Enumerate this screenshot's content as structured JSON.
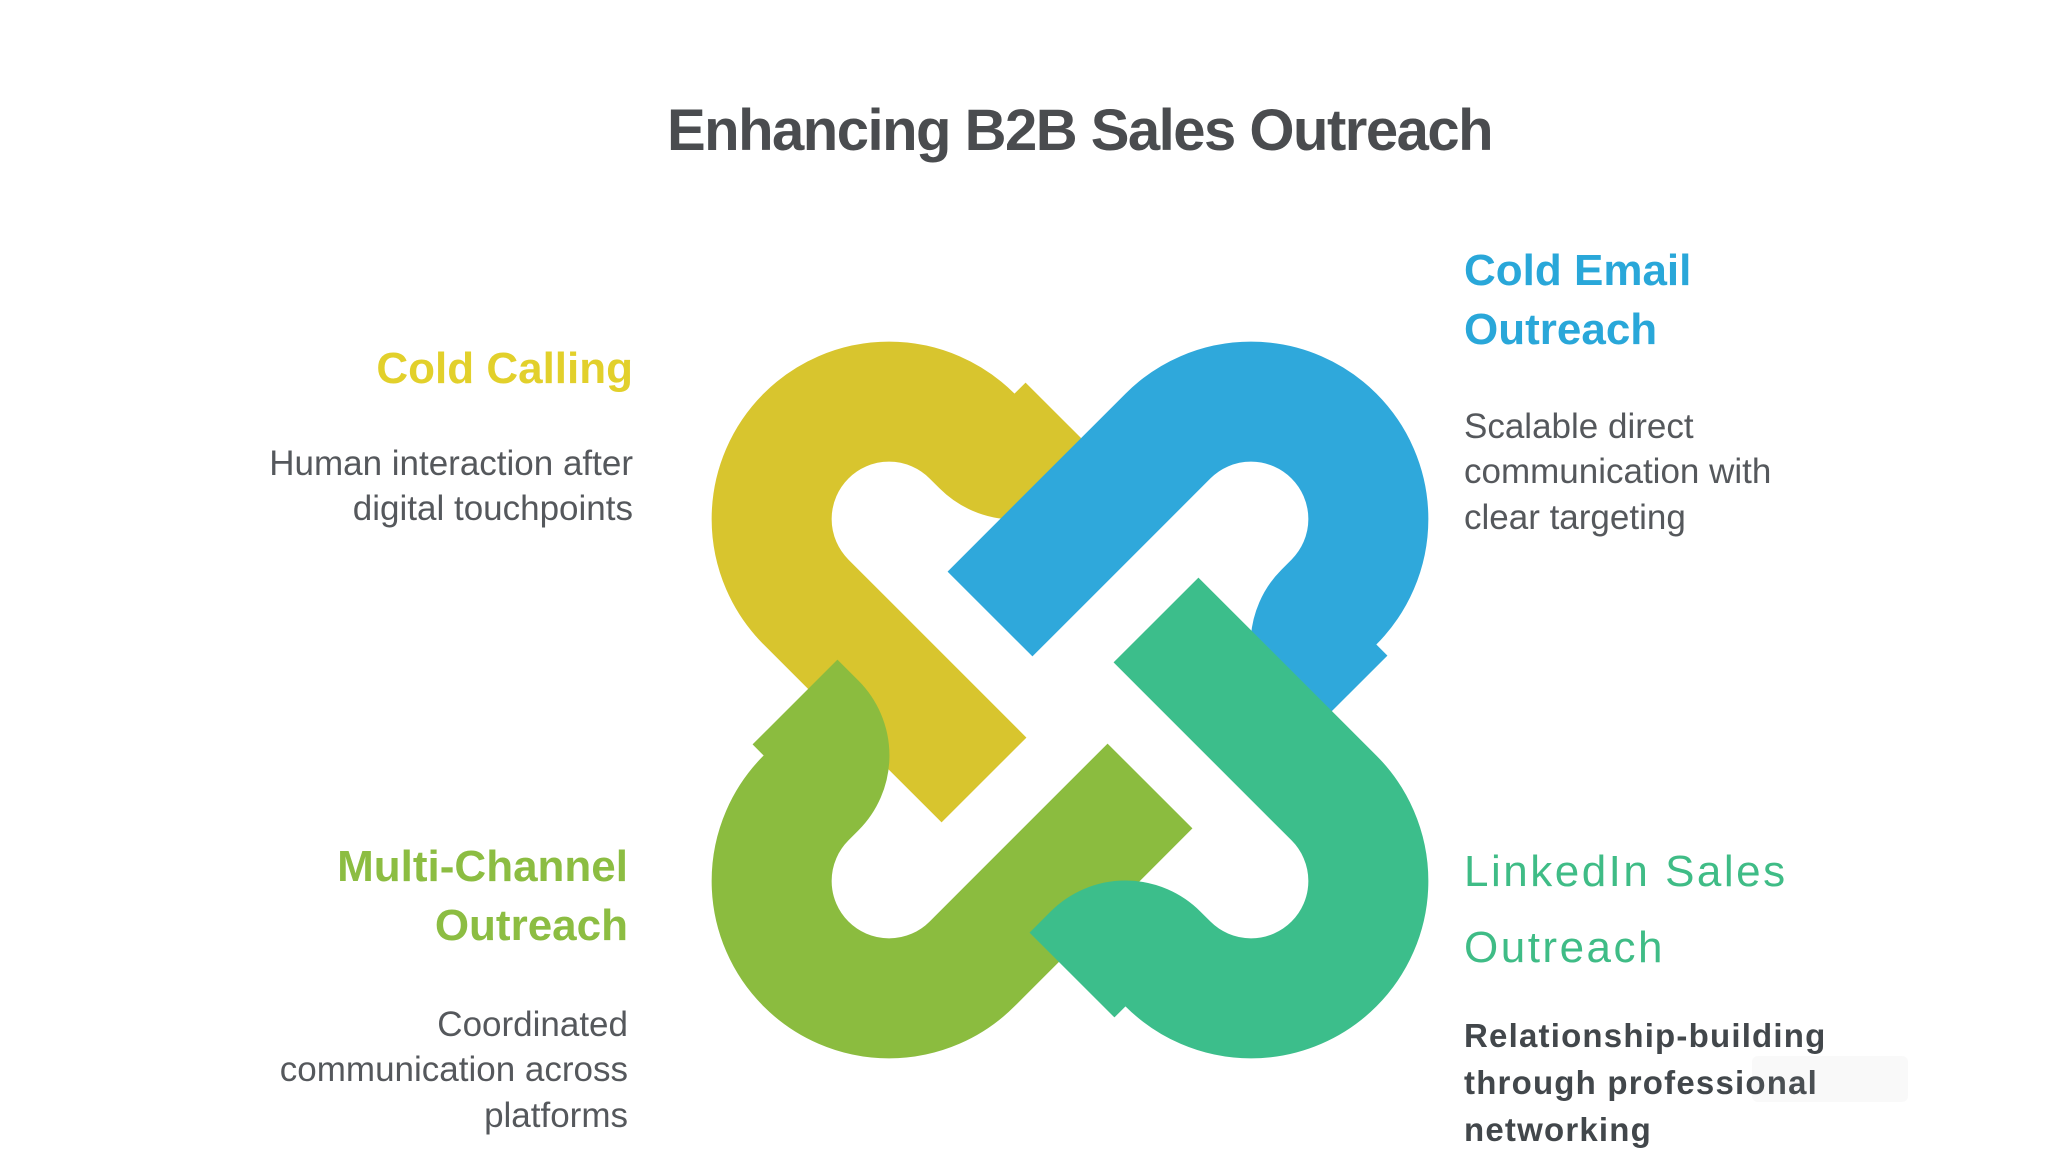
{
  "title": {
    "text": "Enhancing B2B Sales Outreach",
    "color": "#4a4c4f"
  },
  "quadrants": {
    "cold_calling": {
      "heading": "Cold Calling",
      "heading_color": "#e2d02b",
      "description": "Human interaction after\ndigital touchpoints",
      "position": "top-left"
    },
    "cold_email": {
      "heading": "Cold Email\nOutreach",
      "heading_color": "#29a7d9",
      "description": "Scalable direct\ncommunication with\nclear targeting",
      "position": "top-right"
    },
    "multi_channel": {
      "heading": "Multi-Channel\nOutreach",
      "heading_color": "#8cbd42",
      "description": "Coordinated\ncommunication across\nplatforms",
      "position": "bottom-left"
    },
    "linkedin": {
      "heading": "LinkedIn Sales\nOutreach",
      "heading_color": "#3fbc86",
      "description": "Relationship-building\nthrough professional\nnetworking",
      "position": "bottom-right"
    }
  },
  "body_text_color": "#55585c",
  "linkedin_body_text_color": "#42474b",
  "knot": {
    "description": "four interlocking rounded hook shapes forming a pinwheel knot",
    "pieces": [
      {
        "name": "cold-calling-loop",
        "color": "#d8c52e",
        "position": "top-left"
      },
      {
        "name": "cold-email-loop",
        "color": "#2fa8db",
        "position": "top-right"
      },
      {
        "name": "multi-channel-loop",
        "color": "#8bbc3f",
        "position": "bottom-left"
      },
      {
        "name": "linkedin-loop",
        "color": "#3cbe8b",
        "position": "bottom-right"
      }
    ]
  }
}
